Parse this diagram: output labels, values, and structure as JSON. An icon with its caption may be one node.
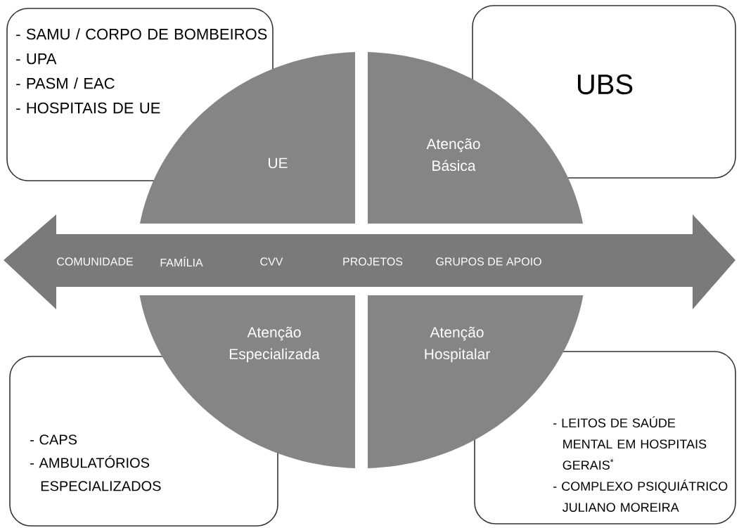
{
  "diagram": {
    "nodes": [
      {
        "text": [
          "- SAMU / CORPO DE BOMBEIROS",
          "- UPA",
          "- PASM / EAC",
          "- HOSPITAIS DE UE"
        ]
      },
      {
        "text": [
          "UE"
        ]
      },
      {
        "text": [
          "Atenção Básica"
        ]
      },
      {
        "text": [
          "UBS"
        ]
      },
      {
        "text": [
          "COMUNIDADE",
          "FAMÍLIA",
          "CVV",
          "PROJETOS",
          "GRUPOS DE APOIO"
        ]
      },
      {
        "text": [
          "Atenção Especializada"
        ]
      },
      {
        "text": [
          "Atenção Hospitalar"
        ]
      },
      {
        "text": [
          "- CAPS",
          "- AMBULATÓRIOS ESPECIALIZADOS"
        ]
      },
      {
        "text": [
          "- LEITOS DE SAÚDE MENTAL EM HOSPITAIS GERAIS$^{*}$",
          "- COMPLEXO PSIQUIÁTRICO JULIANO MOREIRA"
        ]
      }
    ]
  }
}
